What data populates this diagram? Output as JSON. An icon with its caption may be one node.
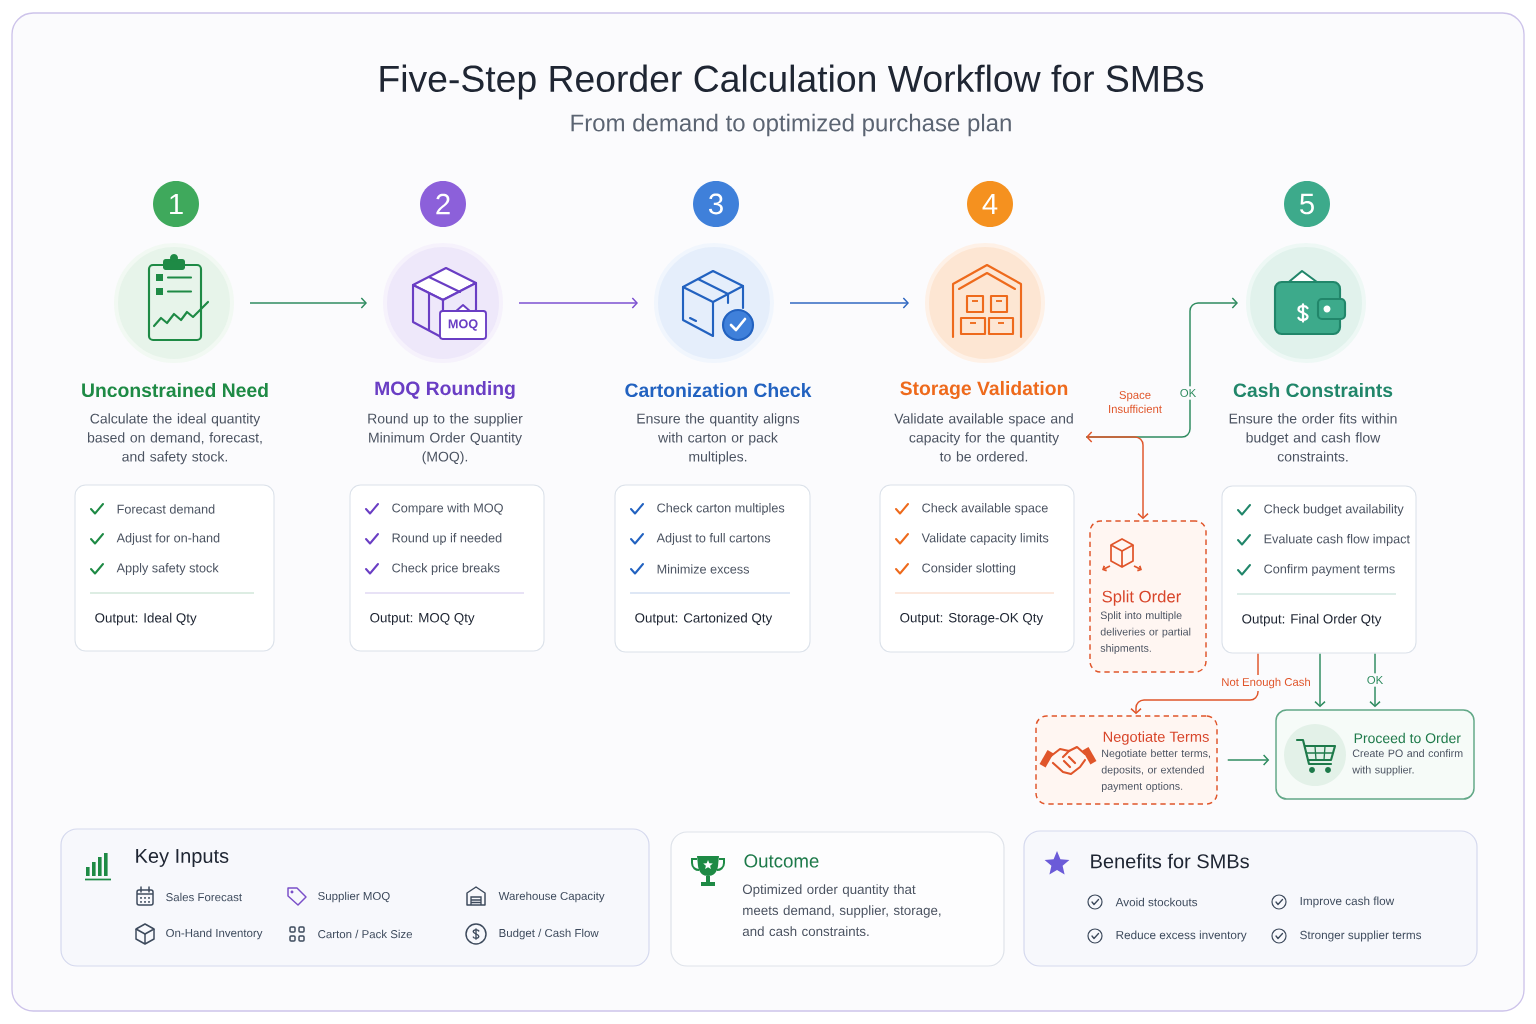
{
  "diagram": {
    "title": "Five-Step Reorder Calculation Workflow for SMBs",
    "nodes": [
      {
        "text": [
          "1"
        ]
      },
      {
        "text": [
          "2"
        ]
      },
      {
        "text": [
          "3"
        ]
      },
      {
        "text": [
          "4"
        ]
      },
      {
        "text": [
          "5"
        ]
      },
      {
        "text": [],
        "shape": "circle"
      },
      {
        "text": [
          "MOQ"
        ]
      },
      {
        "text": [],
        "shape": "circle"
      },
      {
        "text": [],
        "shape": "circle"
      },
      {
        "text": [],
        "shape": "circle"
      },
      {
        "text": [
          "Unconstrained Need",
          "Calculate the ideal quantity based on demand, forecast, and safety stock.",
          "Forecast demand",
          "Adjust for on-hand",
          "Apply safety stock",
          "Output: Ideal Qty"
        ]
      },
      {
        "text": [
          "MOQ Rounding",
          "Round up to the supplier Minimum Order Quantity (MOQ).",
          "Compare with MOQ",
          "Round up if needed",
          "Check price breaks",
          "Output: MOQ Qty"
        ]
      },
      {
        "text": [
          "Cartonization Check",
          "Ensure the quantity aligns with carton or pack multiples.",
          "Check carton multiples",
          "Adjust to full cartons",
          "Minimize excess",
          "Output: Cartonized Qty"
        ]
      },
      {
        "text": [
          "Storage Validation",
          "Validate available space and capacity for the quantity to be ordered.",
          "Check available space",
          "Validate capacity limits",
          "Consider slotting",
          "Output: Storage-OK Qty"
        ]
      },
      {
        "text": [
          "Cash Constraints",
          "Ensure the order fits within budget and cash flow constraints.",
          "Check budget availability",
          "Evaluate cash flow impact",
          "Confirm payment terms",
          "Output: Final Order Qty"
        ]
      },
      {
        "text": [
          "Split Order",
          "Split into multiple deliveries or partial shipments."
        ]
      },
      {
        "text": [
          "Negotiate Terms",
          "Negotiate better terms, deposits, or extended payment options."
        ]
      },
      {
        "text": [
          "Proceed to Order",
          "Create PO and confirm with supplier."
        ]
      },
      {
        "text": [
          "Key Inputs",
          "Sales Forecast",
          "Supplier MOQ",
          "Warehouse Capacity",
          "On-Hand Inventory",
          "Carton / Pack Size",
          "Budget / Cash Flow"
        ]
      },
      {
        "text": [
          "Outcome",
          "Optimized order quantity that meets demand, supplier, storage, and cash constraints."
        ]
      },
      {
        "text": [
          "Benefits for SMBs",
          "Avoid stockouts",
          "Improve cash flow",
          "Reduce excess inventory",
          "Stronger supplier terms"
        ]
      }
    ],
    "edges": [
      {
        "from": 5,
        "to": 6,
        "arrow": "to"
      },
      {
        "from": 6,
        "to": 7,
        "arrow": "to",
        "color": "#7b4fd0"
      },
      {
        "from": 7,
        "to": 8,
        "arrow": "to",
        "color": "#2f67c0"
      },
      {
        "from": 13,
        "to": 9,
        "arrow": "to",
        "label": "OK"
      },
      {
        "from": 13,
        "to": 15,
        "arrow": "both",
        "label": "Space Insufficient",
        "color": "#e0552a"
      },
      {
        "from": 14,
        "to": 16,
        "arrow": "to",
        "label": "Not Enough Cash",
        "color": "#e0552a"
      },
      {
        "from": 14,
        "to": 17,
        "arrow": "to"
      },
      {
        "from": 14,
        "to": 17,
        "arrow": "to",
        "label": "OK"
      },
      {
        "from": 16,
        "to": 17,
        "arrow": "to"
      }
    ],
    "labels": [
      "From demand to optimized purchase plan"
    ]
  }
}
